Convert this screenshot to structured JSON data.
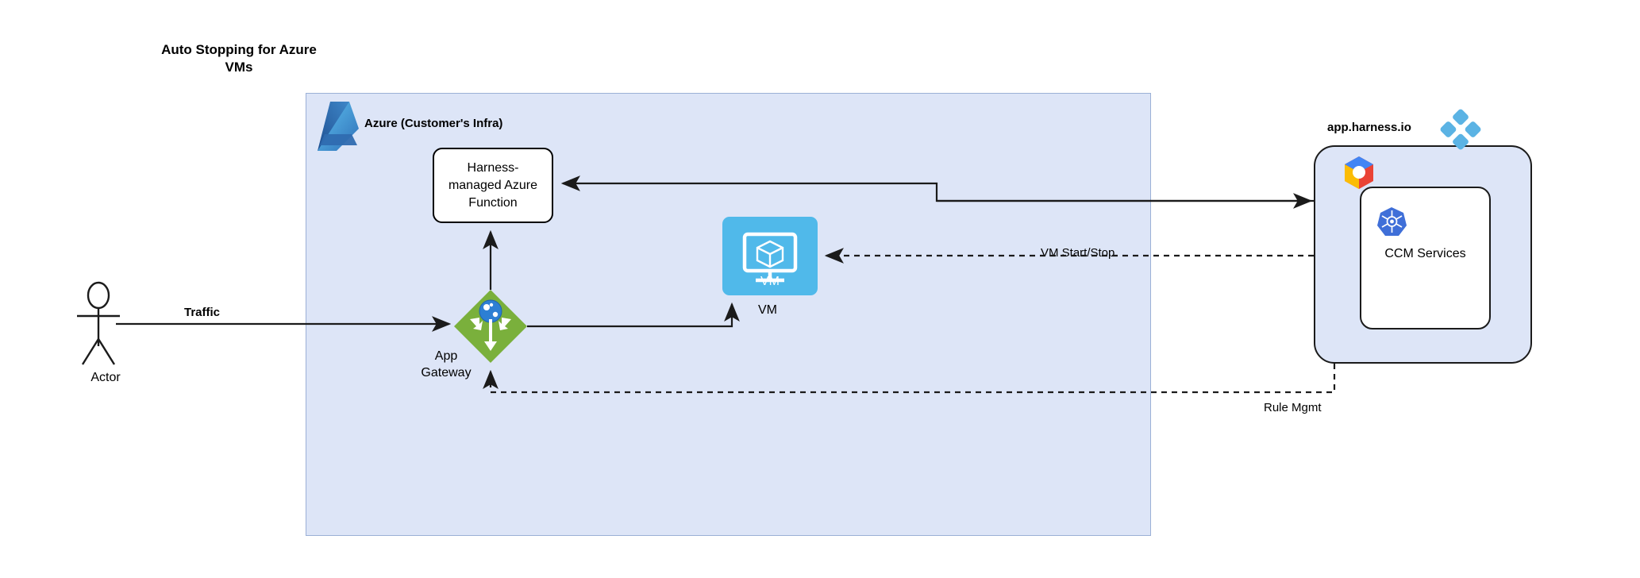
{
  "diagram": {
    "title": "Auto Stopping for Azure VMs",
    "title_lines": [
      "Auto Stopping for Azure",
      "VMs"
    ]
  },
  "azure_region": {
    "label": "Azure (Customer's Infra)",
    "icon": "azure-logo-icon",
    "fill_color": "#dde5f7",
    "border_color": "#9bb0d6"
  },
  "nodes": {
    "actor": {
      "label": "Actor",
      "icon": "actor-stick-figure-icon"
    },
    "azure_function": {
      "label": "Harness-managed Azure Function",
      "label_lines": [
        "Harness-",
        "managed Azure",
        "Function"
      ]
    },
    "app_gateway": {
      "label": "App Gateway",
      "label_lines": [
        "App",
        "Gateway"
      ],
      "icon": "azure-application-gateway-icon",
      "color": "#7ab03c"
    },
    "vm": {
      "label": "VM",
      "inner_label": "VM",
      "icon": "azure-virtual-machine-icon",
      "color": "#50b9ea"
    },
    "harness": {
      "label": "app.harness.io",
      "icon": "harness-logo-icon",
      "secondary_icon": "gcp-logo-icon",
      "accent_color": "#5bb3e4"
    },
    "ccm_services": {
      "label": "CCM Services",
      "icon": "kubernetes-logo-icon",
      "icon_color": "#3f6fd8"
    }
  },
  "edges": [
    {
      "name": "actor-to-gateway",
      "label": "Traffic",
      "style": "solid",
      "bold_label": true
    },
    {
      "name": "gateway-to-vm",
      "label": "",
      "style": "solid"
    },
    {
      "name": "gateway-to-function",
      "label": "",
      "style": "solid"
    },
    {
      "name": "harness-to-function",
      "label": "",
      "style": "solid"
    },
    {
      "name": "harness-to-vm",
      "label": "VM Start/Stop",
      "style": "dashed"
    },
    {
      "name": "harness-to-gateway",
      "label": "Rule Mgmt",
      "style": "dashed"
    }
  ]
}
